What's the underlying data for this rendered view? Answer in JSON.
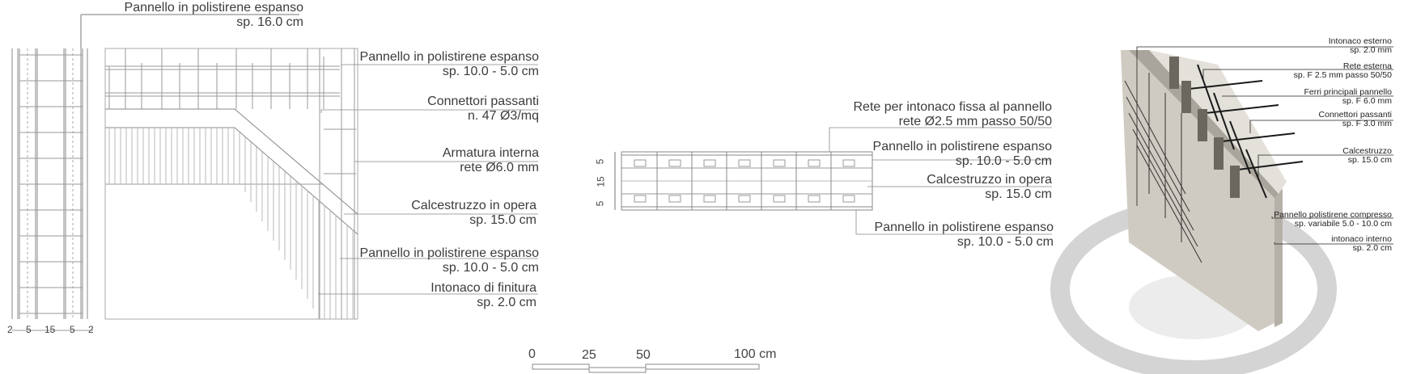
{
  "section_a": {
    "top_label": {
      "line1": "Pannello in polistirene espanso",
      "line2": "sp. 16.0 cm"
    },
    "dims": [
      "2",
      "5",
      "15",
      "5",
      "2"
    ],
    "labels": [
      {
        "line1": "Pannello in polistirene espanso",
        "line2": "sp. 10.0 - 5.0 cm"
      },
      {
        "line1": "Connettori passanti",
        "line2": "n. 47 Ø3/mq"
      },
      {
        "line1": "Armatura interna",
        "line2": "rete Ø6.0 mm"
      },
      {
        "line1": "Calcestruzzo in opera",
        "line2": "sp. 15.0 cm"
      },
      {
        "line1": "Pannello in polistirene espanso",
        "line2": "sp. 10.0 - 5.0 cm"
      },
      {
        "line1": "Intonaco di finitura",
        "line2": "sp. 2.0 cm"
      }
    ]
  },
  "section_b": {
    "dims": [
      "5",
      "15",
      "5"
    ],
    "labels": [
      {
        "line1": "Rete per intonaco fissa al pannello",
        "line2": "rete Ø2.5 mm passo 50/50"
      },
      {
        "line1": "Pannello in polistirene espanso",
        "line2": "sp. 10.0 - 5.0 cm"
      },
      {
        "line1": "Calcestruzzo in opera",
        "line2": "sp. 15.0 cm"
      },
      {
        "line1": "Pannello in polistirene espanso",
        "line2": "sp. 10.0 - 5.0 cm"
      }
    ]
  },
  "scale_bar": {
    "ticks": [
      "0",
      "25",
      "50",
      "100 cm"
    ]
  },
  "axonometric": {
    "labels": [
      {
        "line1": "Intonaco esterno",
        "line2": "sp. 2.0    mm"
      },
      {
        "line1": "Rete esterna",
        "line2": "sp. F 2.5    mm passo 50/50"
      },
      {
        "line1": "Ferri principali pannello",
        "line2": "sp. F 6.0    mm"
      },
      {
        "line1": "Connettori passanti",
        "line2": "sp. F 3.0    mm"
      },
      {
        "line1": "Calcestruzzo",
        "line2": "sp. 15.0 cm"
      },
      {
        "line1": "Pannello polistirene compresso",
        "line2": "sp. variabile 5.0 - 10.0 cm"
      },
      {
        "line1": "intonaco interno",
        "line2": "sp. 2.0 cm"
      }
    ]
  }
}
